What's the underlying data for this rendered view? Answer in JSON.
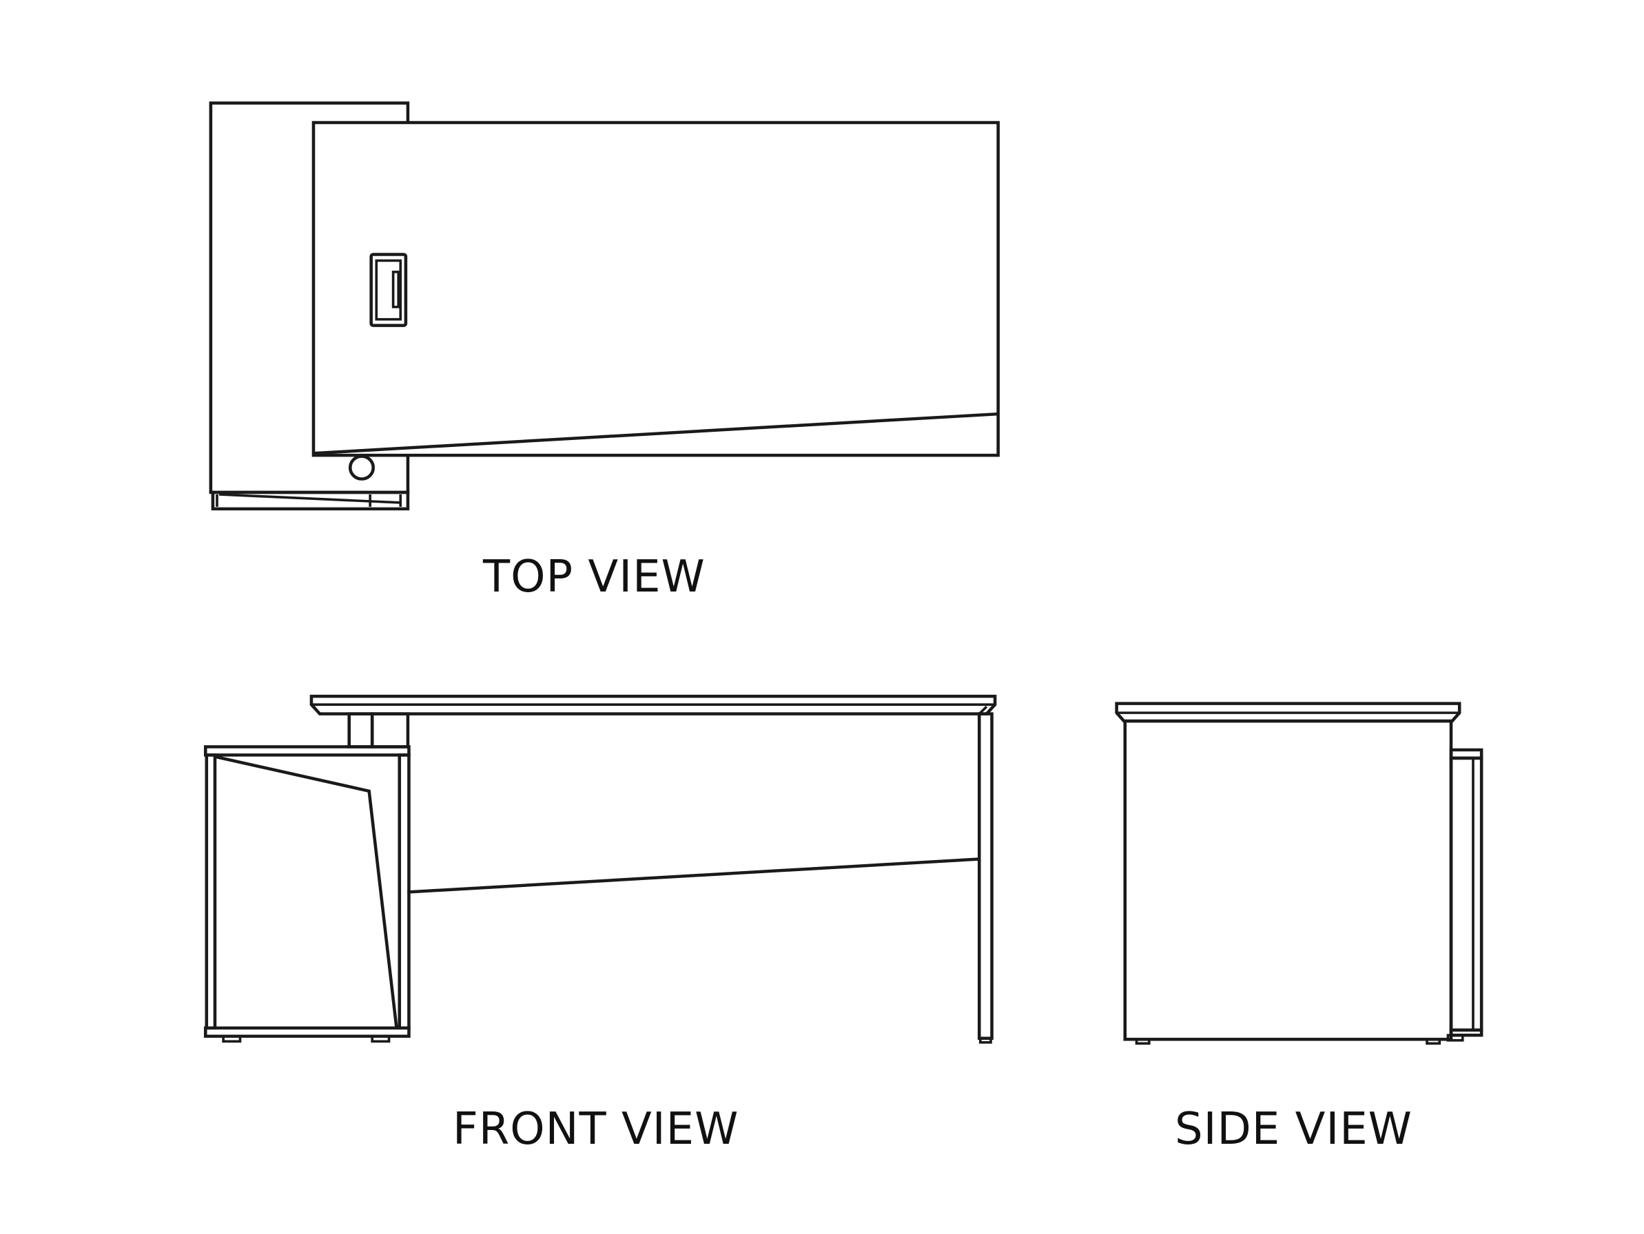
{
  "views": {
    "top": {
      "label": "TOP VIEW"
    },
    "front": {
      "label": "FRONT VIEW"
    },
    "side": {
      "label": "SIDE VIEW"
    }
  },
  "colors": {
    "line": "#1a1a1a",
    "background": "#ffffff"
  }
}
